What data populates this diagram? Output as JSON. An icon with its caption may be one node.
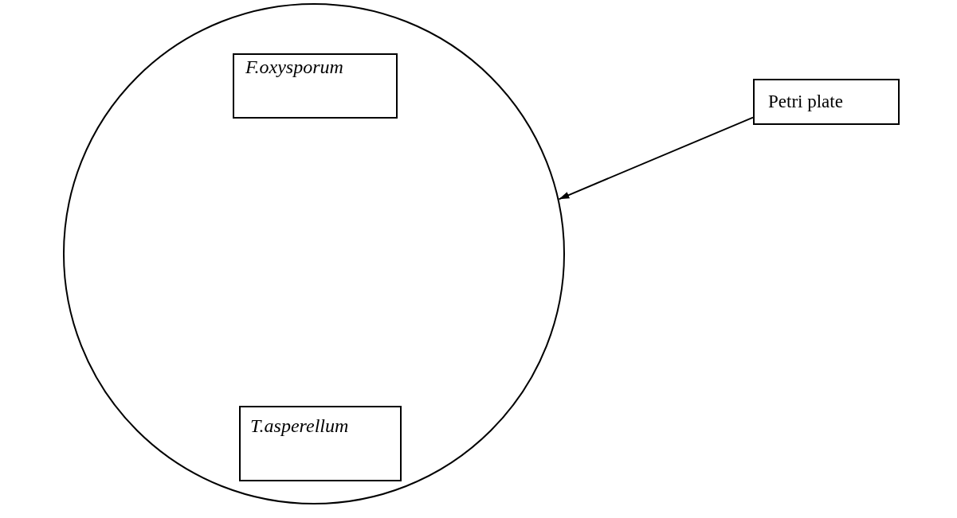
{
  "diagram": {
    "nodes": [
      {
        "text": [],
        "shape": "circle"
      },
      {
        "text": [
          "F.oxysporum"
        ],
        "in": 0
      },
      {
        "text": [
          "T.asperellum"
        ],
        "in": 0
      },
      {
        "text": [
          "Petri plate"
        ]
      }
    ],
    "edges": [
      {
        "from": 3,
        "to": 0,
        "arrow": "to"
      }
    ]
  }
}
